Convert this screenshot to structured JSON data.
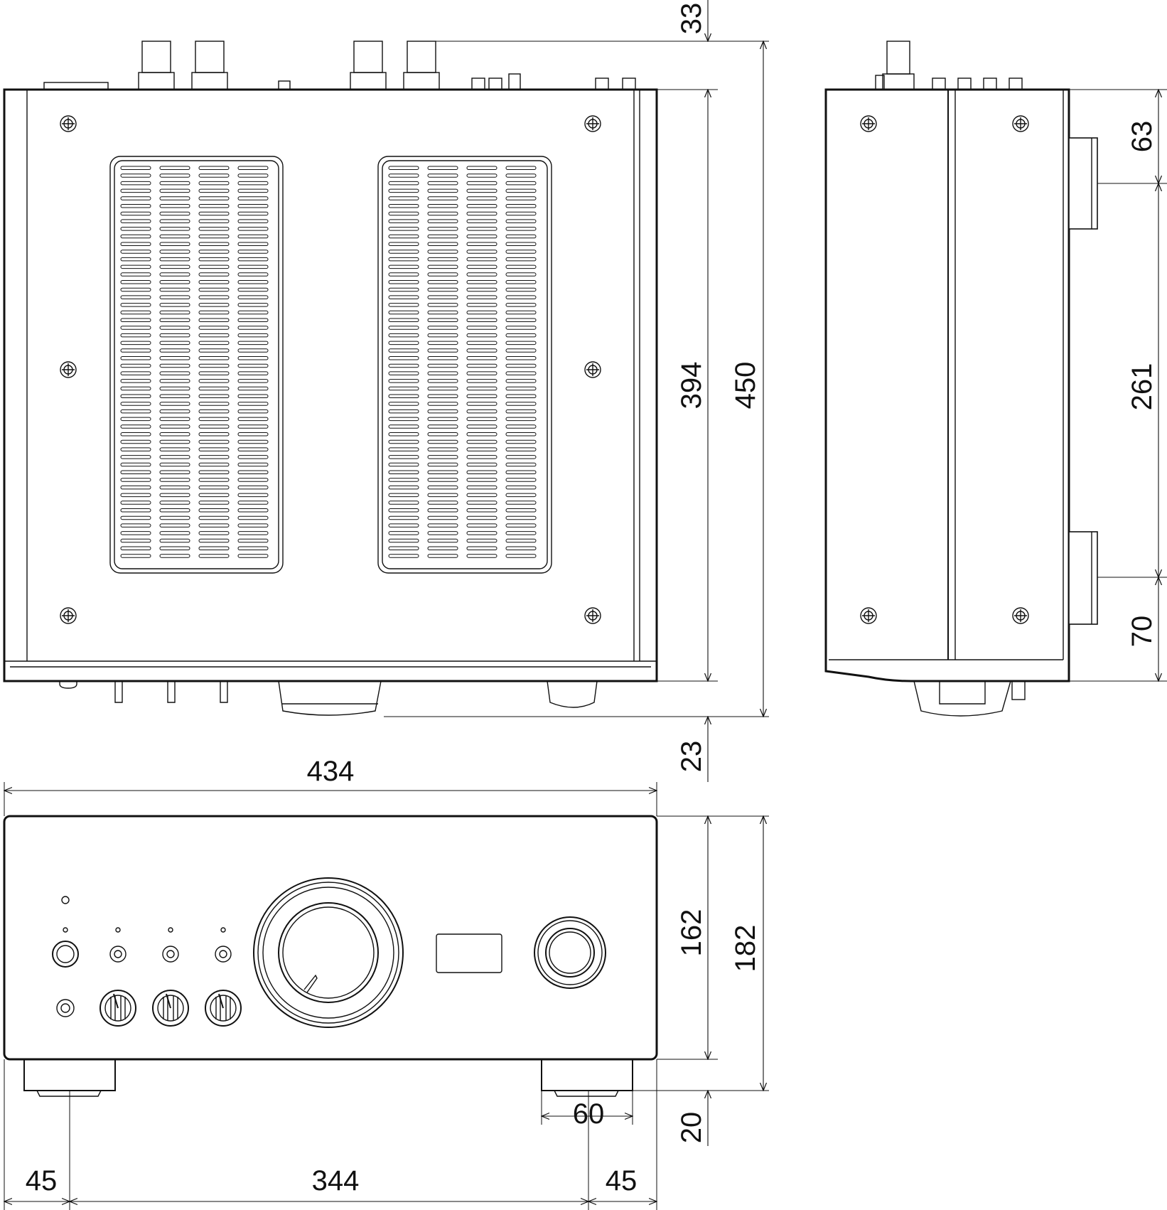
{
  "top_view": {
    "dim_top_offset": "33",
    "dim_body_depth": "394",
    "dim_total_depth": "450",
    "dim_front_offset": "23"
  },
  "side_view": {
    "dim_upper": "63",
    "dim_middle": "261",
    "dim_lower": "70"
  },
  "front_view": {
    "dim_width": "434",
    "dim_face_height": "162",
    "dim_total_height": "182",
    "dim_foot_width": "60",
    "dim_foot_height": "20",
    "dim_left_margin": "45",
    "dim_foot_spacing": "344",
    "dim_right_margin": "45"
  }
}
